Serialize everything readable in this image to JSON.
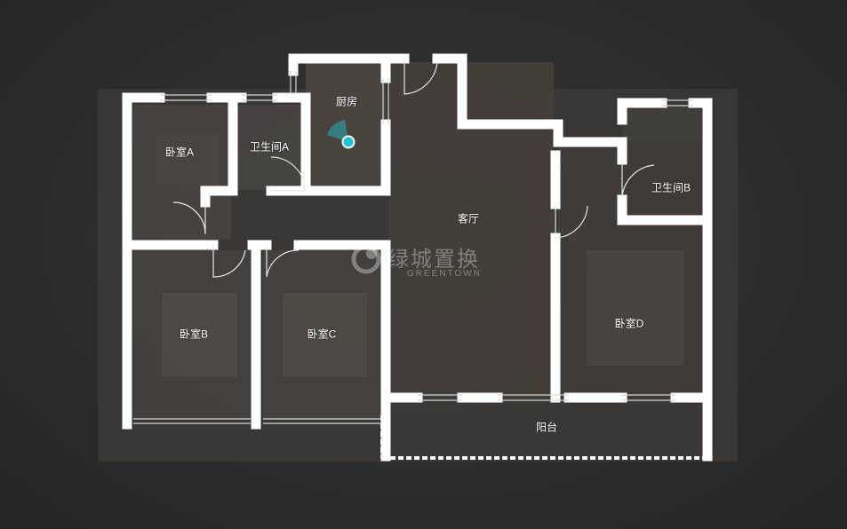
{
  "floor_plan": {
    "rooms": [
      {
        "id": "bedroom-a",
        "label": "卧室A"
      },
      {
        "id": "bathroom-a",
        "label": "卫生间A"
      },
      {
        "id": "kitchen",
        "label": "厨房"
      },
      {
        "id": "living-room",
        "label": "客厅"
      },
      {
        "id": "bathroom-b",
        "label": "卫生间B"
      },
      {
        "id": "bedroom-b",
        "label": "卧室B"
      },
      {
        "id": "bedroom-c",
        "label": "卧室C"
      },
      {
        "id": "bedroom-d",
        "label": "卧室D"
      },
      {
        "id": "balcony",
        "label": "阳台"
      }
    ],
    "viewpoint_color": "#1fc3d3"
  },
  "watermark": {
    "brand": "绿城置换",
    "brand_en": "GREENTOWN"
  }
}
